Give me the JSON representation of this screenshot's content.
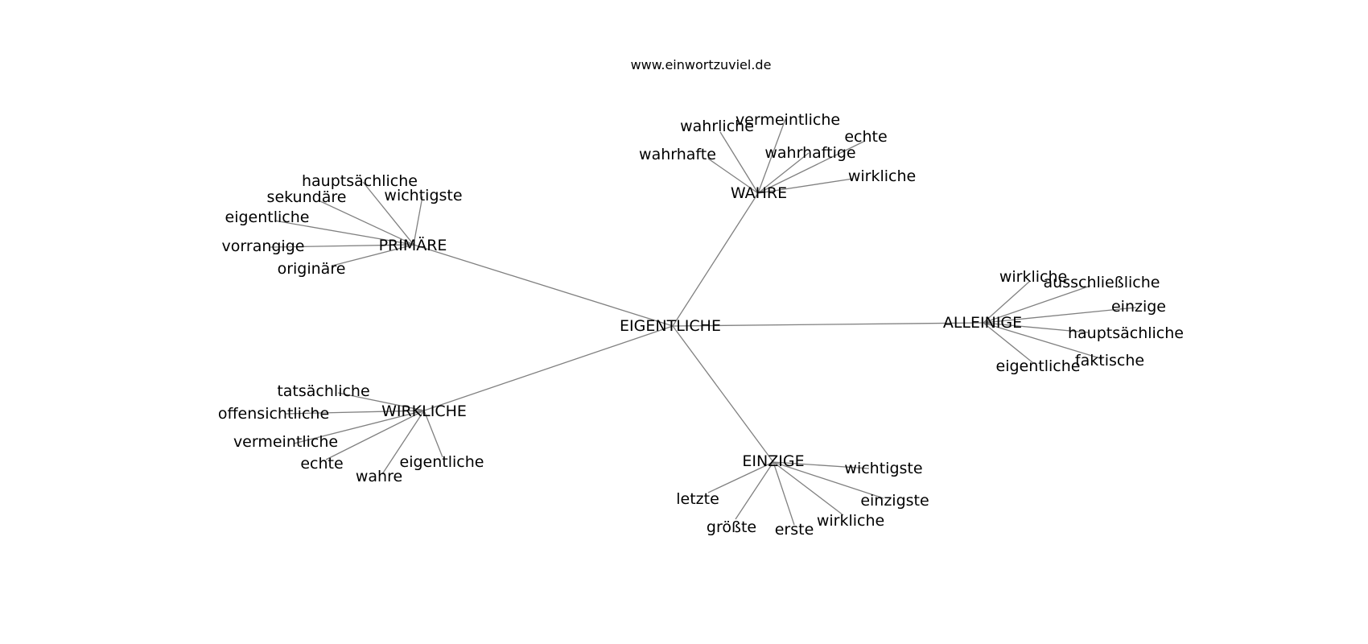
{
  "site_url": "www.einwortzuviel.de",
  "graph": {
    "root": "EIGENTLICHE",
    "clusters": [
      {
        "hub": "WAHRE",
        "leaves": [
          "wahrliche",
          "vermeintliche",
          "echte",
          "wahrhafte",
          "wahrhaftige",
          "wirkliche"
        ]
      },
      {
        "hub": "PRIMÄRE",
        "leaves": [
          "hauptsächliche",
          "sekundäre",
          "wichtigste",
          "eigentliche",
          "vorrangige",
          "originäre"
        ]
      },
      {
        "hub": "ALLEINIGE",
        "leaves": [
          "wirkliche",
          "ausschließliche",
          "einzige",
          "hauptsächliche",
          "faktische",
          "eigentliche"
        ]
      },
      {
        "hub": "WIRKLICHE",
        "leaves": [
          "tatsächliche",
          "offensichtliche",
          "vermeintliche",
          "echte",
          "wahre",
          "eigentliche"
        ]
      },
      {
        "hub": "EINZIGE",
        "leaves": [
          "wichtigste",
          "letzte",
          "einzigste",
          "wirkliche",
          "größte",
          "erste"
        ]
      }
    ]
  }
}
